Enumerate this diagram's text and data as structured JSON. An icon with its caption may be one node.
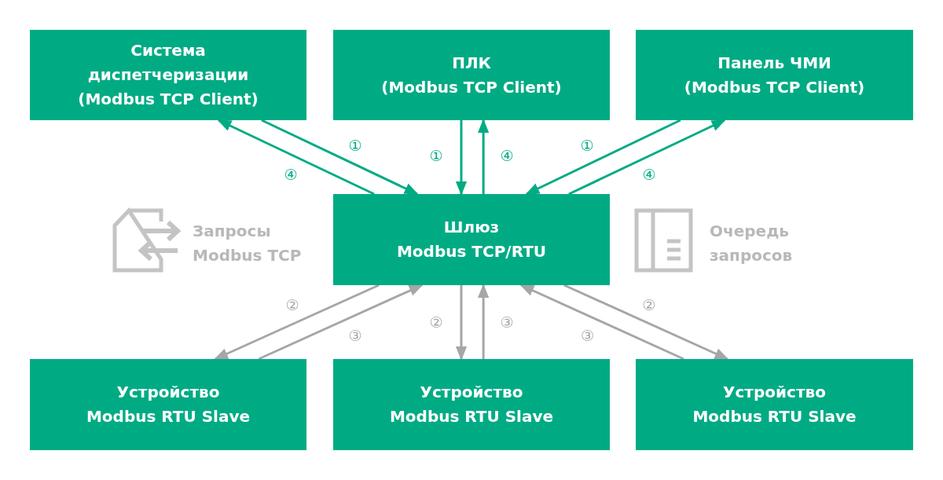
{
  "diagram": {
    "nodes": [
      {
        "text": [
          "Система диспетчеризации (Modbus TCP Client)"
        ]
      },
      {
        "text": [
          "ПЛК (Modbus TCP Client)"
        ]
      },
      {
        "text": [
          "Панель ЧМИ (Modbus TCP Client)"
        ]
      },
      {
        "text": [
          "Шлюз Modbus TCP/RTU"
        ]
      },
      {
        "text": [
          "Устройство Modbus RTU Slave"
        ]
      },
      {
        "text": [
          "Устройство Modbus RTU Slave"
        ]
      },
      {
        "text": [
          "Устройство Modbus RTU Slave"
        ]
      }
    ],
    "edges": [
      {
        "from": 0,
        "to": 3,
        "arrow": "to",
        "label": "①"
      },
      {
        "from": 3,
        "to": 0,
        "arrow": "to",
        "label": "④"
      },
      {
        "from": 1,
        "to": 3,
        "arrow": "to",
        "label": "①"
      },
      {
        "from": 3,
        "to": 1,
        "arrow": "to",
        "label": "④"
      },
      {
        "from": 2,
        "to": 3,
        "arrow": "to",
        "label": "①"
      },
      {
        "from": 3,
        "to": 2,
        "arrow": "to",
        "label": "④"
      },
      {
        "from": 3,
        "to": 4,
        "arrow": "to",
        "label": "②",
        "color": "#a6a6a6"
      },
      {
        "from": 4,
        "to": 3,
        "arrow": "to",
        "label": "③",
        "color": "#a6a6a6"
      },
      {
        "from": 3,
        "to": 5,
        "arrow": "to",
        "label": "②",
        "color": "#a6a6a6"
      },
      {
        "from": 5,
        "to": 3,
        "arrow": "to",
        "label": "③",
        "color": "#a6a6a6"
      },
      {
        "from": 3,
        "to": 6,
        "arrow": "to",
        "label": "②",
        "color": "#a6a6a6"
      },
      {
        "from": 6,
        "to": 3,
        "arrow": "to",
        "label": "③",
        "color": "#a6a6a6"
      }
    ],
    "labels": [
      "Запросы Modbus TCP",
      "Очередь запросов"
    ]
  }
}
